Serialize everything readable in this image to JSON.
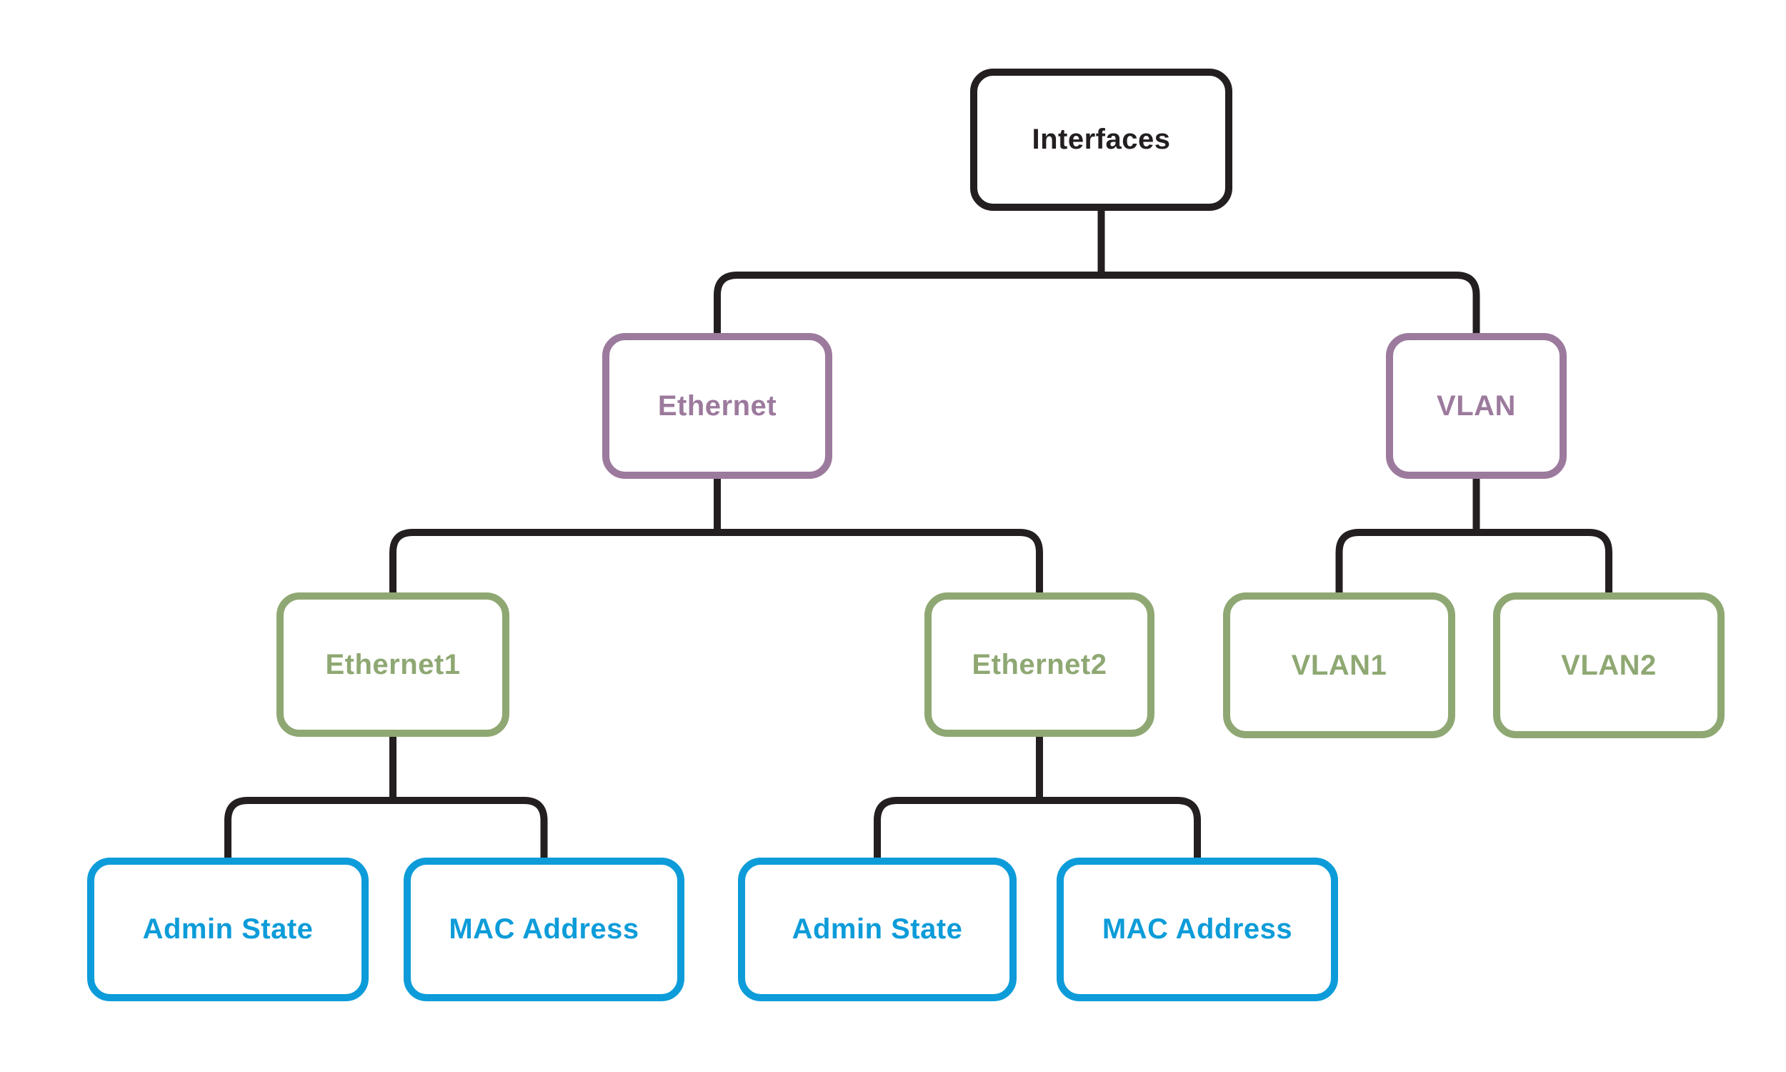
{
  "diagram": {
    "type": "tree",
    "background_color": "#ffffff",
    "connector_color": "#231f20",
    "level_colors": {
      "root": "#231f20",
      "branch": "#9c7a9d",
      "sub_branch": "#8fa873",
      "leaf": "#0d9cd9"
    },
    "nodes": {
      "interfaces": {
        "label": "Interfaces"
      },
      "ethernet": {
        "label": "Ethernet"
      },
      "vlan": {
        "label": "VLAN"
      },
      "ethernet1": {
        "label": "Ethernet1"
      },
      "ethernet2": {
        "label": "Ethernet2"
      },
      "vlan1": {
        "label": "VLAN1"
      },
      "vlan2": {
        "label": "VLAN2"
      },
      "eth1_admin": {
        "label": "Admin State"
      },
      "eth1_mac": {
        "label": "MAC Address"
      },
      "eth2_admin": {
        "label": "Admin State"
      },
      "eth2_mac": {
        "label": "MAC Address"
      }
    },
    "hierarchy": {
      "Interfaces": {
        "Ethernet": {
          "Ethernet1": [
            "Admin State",
            "MAC Address"
          ],
          "Ethernet2": [
            "Admin State",
            "MAC Address"
          ]
        },
        "VLAN": {
          "VLAN1": [],
          "VLAN2": []
        }
      }
    }
  }
}
